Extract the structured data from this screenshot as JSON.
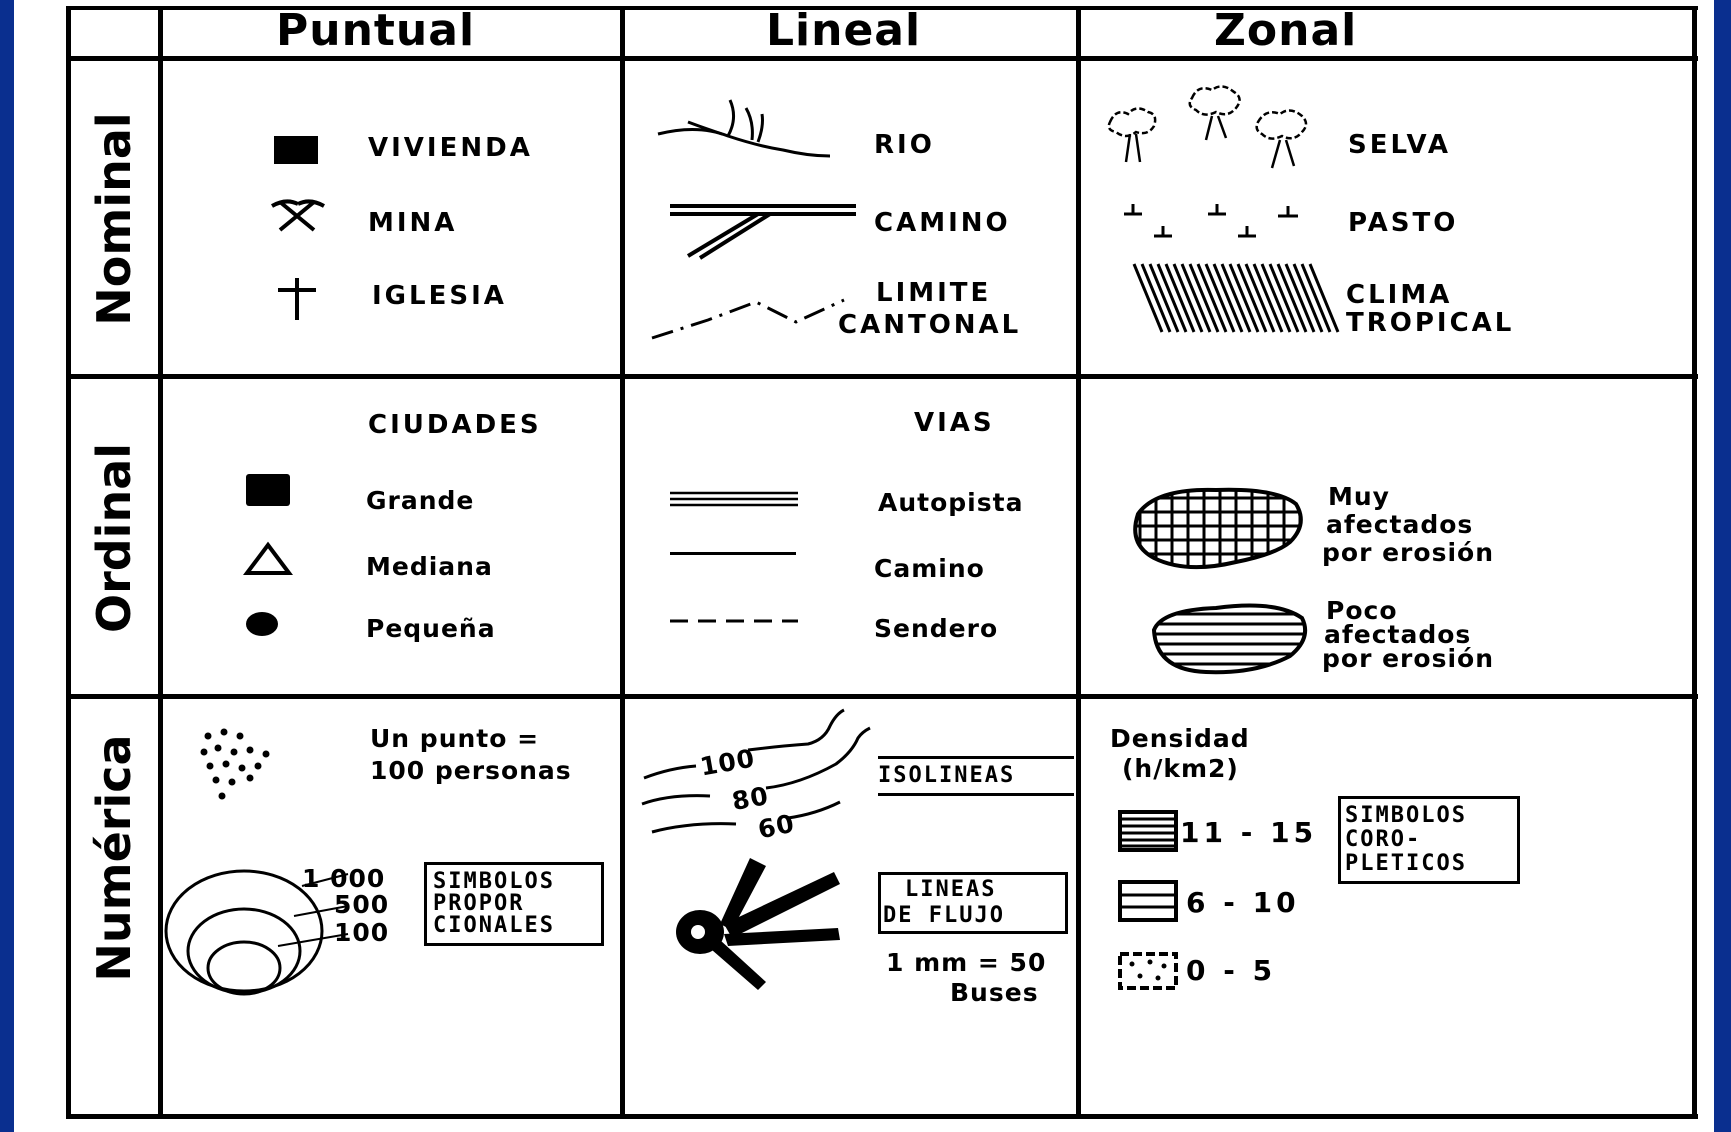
{
  "columns": {
    "puntual": "Puntual",
    "lineal": "Lineal",
    "zonal": "Zonal"
  },
  "rows": {
    "nominal": "Nominal",
    "ordinal": "Ordinal",
    "numerica": "Numérica"
  },
  "nominal": {
    "puntual": {
      "vivienda": "VIVIENDA",
      "mina": "MINA",
      "iglesia": "IGLESIA"
    },
    "lineal": {
      "rio": "RIO",
      "camino": "CAMINO",
      "limite1": "LIMITE",
      "limite2": "CANTONAL"
    },
    "zonal": {
      "selva": "SELVA",
      "pasto": "PASTO",
      "clima1": "CLIMA",
      "clima2": "TROPICAL"
    }
  },
  "ordinal": {
    "puntual": {
      "title": "CIUDADES",
      "grande": "Grande",
      "mediana": "Mediana",
      "pequena": "Pequeña"
    },
    "lineal": {
      "title": "VIAS",
      "autopista": "Autopista",
      "camino": "Camino",
      "sendero": "Sendero"
    },
    "zonal": {
      "muy1": "Muy",
      "muy2": "afectados",
      "muy3": "por erosión",
      "poco1": "Poco",
      "poco2": "afectados",
      "poco3": "por erosión"
    }
  },
  "numerica": {
    "puntual": {
      "dot1": "Un punto =",
      "dot2": "100 personas",
      "c1000": "1 000",
      "c500": "500",
      "c100": "100",
      "box1": "SIMBOLOS",
      "box2": "PROPOR",
      "box3": "CIONALES"
    },
    "lineal": {
      "iso100": "100",
      "iso80": "80",
      "iso60": "60",
      "isolineas": "ISOLINEAS",
      "flujo1": "LINEAS",
      "flujo2": "DE FLUJO",
      "escala1": "1 mm = 50",
      "escala2": "Buses"
    },
    "zonal": {
      "dens1": "Densidad",
      "dens2": "(h/km2)",
      "r1": "11 - 15",
      "r2": "6 - 10",
      "r3": "0 - 5",
      "box1": "SIMBOLOS",
      "box2": "CORO-",
      "box3": "PLETICOS"
    }
  }
}
